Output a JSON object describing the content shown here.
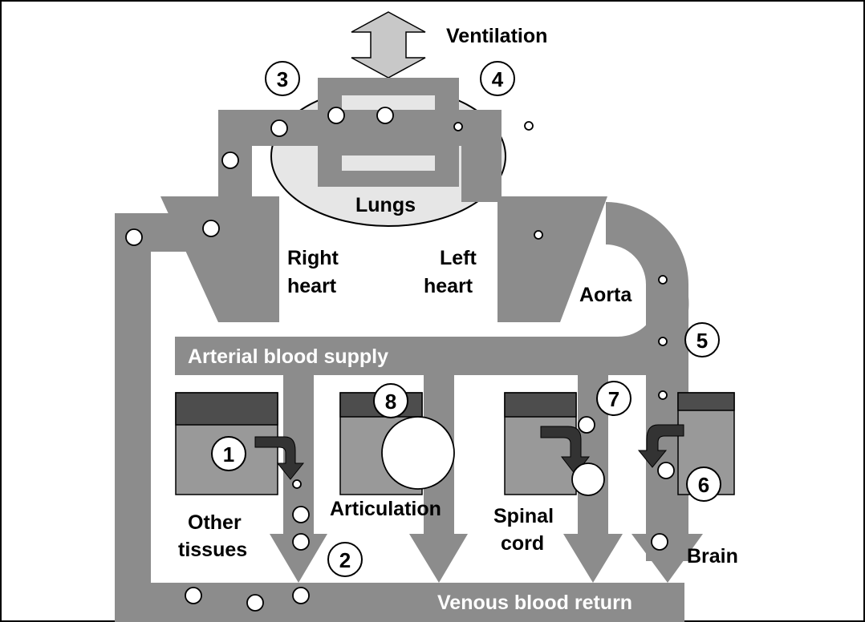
{
  "labels": {
    "ventilation": "Ventilation",
    "lungs": "Lungs",
    "right_heart_1": "Right",
    "right_heart_2": "heart",
    "left_heart_1": "Left",
    "left_heart_2": "heart",
    "aorta": "Aorta",
    "arterial": "Arterial blood supply",
    "venous": "Venous blood return",
    "other_tissues_1": "Other",
    "other_tissues_2": "tissues",
    "articulation": "Articulation",
    "spinal_cord_1": "Spinal",
    "spinal_cord_2": "cord",
    "brain": "Brain"
  },
  "markers": [
    "1",
    "2",
    "3",
    "4",
    "5",
    "6",
    "7",
    "8"
  ],
  "colors": {
    "vessel": "#8c8c8c",
    "lung_oval": "#e6e6e6",
    "tissue_body": "#999999",
    "tissue_cap": "#4d4d4d",
    "ventilation_arrow": "#c8c8c8",
    "bubble": "#ffffff",
    "outline": "#000000",
    "flow_arrow": "#333333"
  },
  "icons": [
    "double-arrow-icon",
    "curved-arrow-icon"
  ]
}
